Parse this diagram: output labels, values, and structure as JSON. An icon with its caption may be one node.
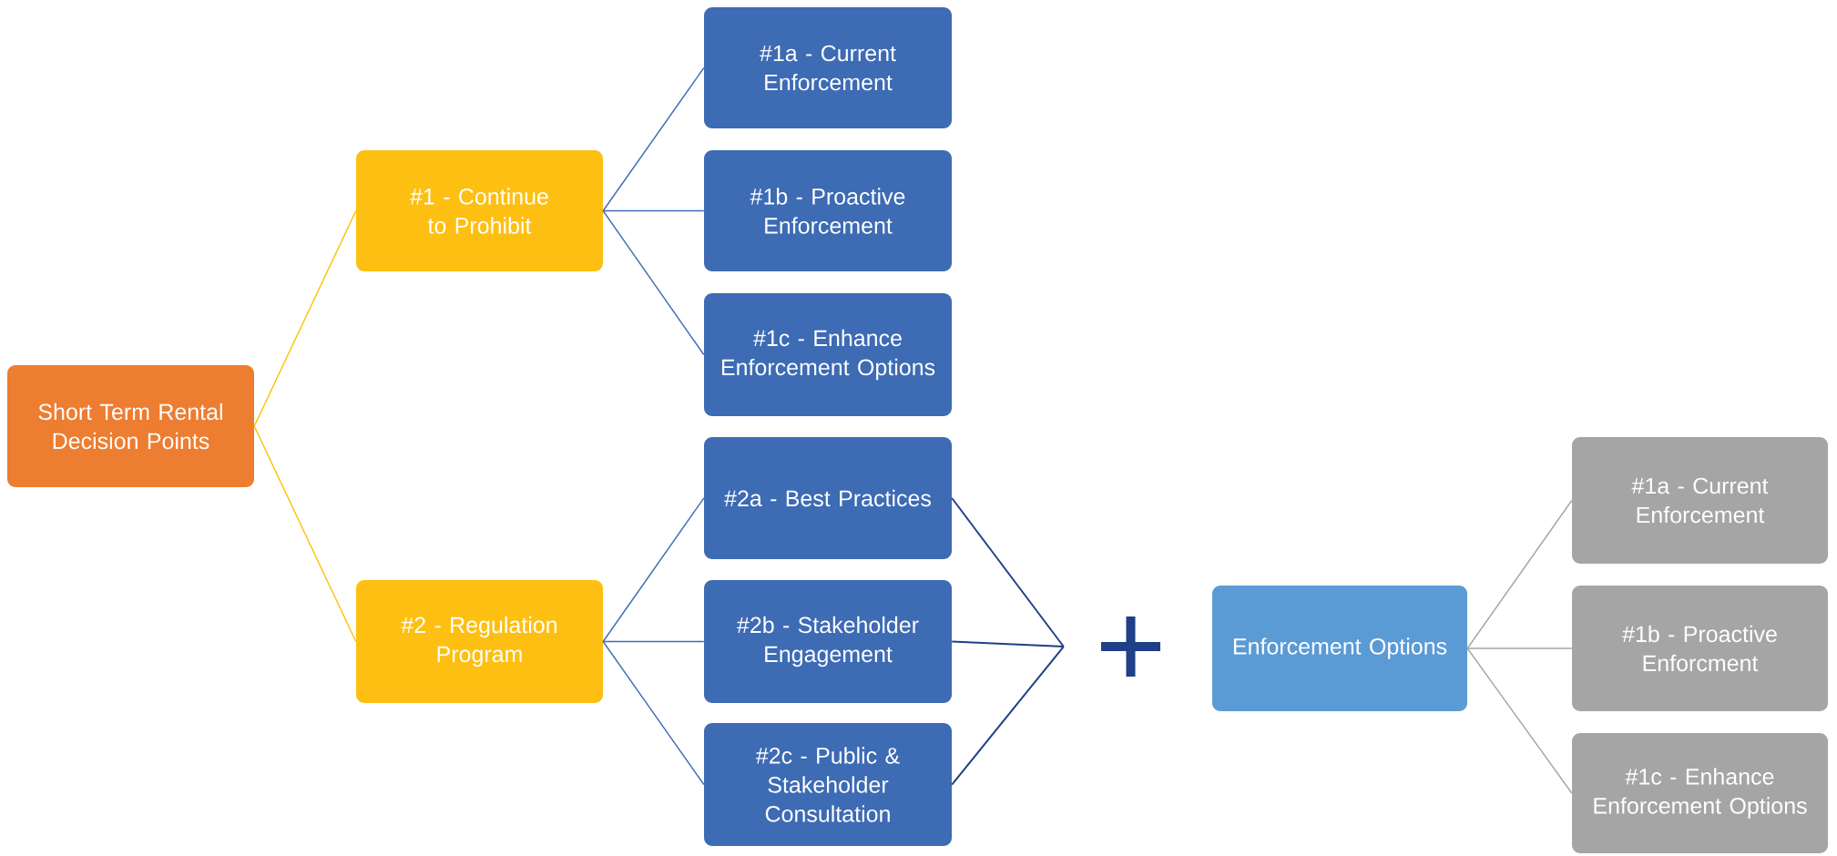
{
  "diagram": {
    "nodes": [
      {
        "text": [
          "Short Term Rental Decision Points"
        ]
      },
      {
        "text": [
          "#1 - Continue to Prohibit"
        ]
      },
      {
        "text": [
          "#2 - Regulation Program"
        ]
      },
      {
        "text": [
          "#1a - Current Enforcement"
        ]
      },
      {
        "text": [
          "#1b - Proactive Enforcement"
        ]
      },
      {
        "text": [
          "#1c - Enhance Enforcement Options"
        ]
      },
      {
        "text": [
          "#2a - Best Practices"
        ]
      },
      {
        "text": [
          "#2b - Stakeholder Engagement"
        ]
      },
      {
        "text": [
          "#2c - Public & Stakeholder Consultation"
        ]
      },
      {
        "text": [],
        "shape": "plus"
      },
      {
        "text": [
          "Enforcement Options"
        ]
      },
      {
        "text": [
          "#1a - Current Enforcement"
        ]
      },
      {
        "text": [
          "#1b - Proactive Enforcment"
        ]
      },
      {
        "text": [
          "#1c - Enhance Enforcement Options"
        ]
      }
    ],
    "edges": [
      {
        "from": 0,
        "to": 1,
        "arrow": "none",
        "color": "#ffc000"
      },
      {
        "from": 0,
        "to": 2,
        "arrow": "none",
        "color": "#ffc000"
      },
      {
        "from": 1,
        "to": 3,
        "arrow": "none"
      },
      {
        "from": 1,
        "to": 4,
        "arrow": "none"
      },
      {
        "from": 1,
        "to": 5,
        "arrow": "none"
      },
      {
        "from": 2,
        "to": 6,
        "arrow": "none"
      },
      {
        "from": 2,
        "to": 7,
        "arrow": "none"
      },
      {
        "from": 2,
        "to": 8,
        "arrow": "none"
      },
      {
        "from": 6,
        "to": 9,
        "arrow": "none",
        "color": "#1f3f86"
      },
      {
        "from": 7,
        "to": 9,
        "arrow": "none",
        "color": "#1f3f86"
      },
      {
        "from": 8,
        "to": 9,
        "arrow": "none",
        "color": "#1f3f86"
      },
      {
        "from": 10,
        "to": 11,
        "arrow": "none",
        "color": "#a5a5a5"
      },
      {
        "from": 10,
        "to": 12,
        "arrow": "none",
        "color": "#a5a5a5"
      },
      {
        "from": 10,
        "to": 13,
        "arrow": "none",
        "color": "#a5a5a5"
      }
    ]
  }
}
